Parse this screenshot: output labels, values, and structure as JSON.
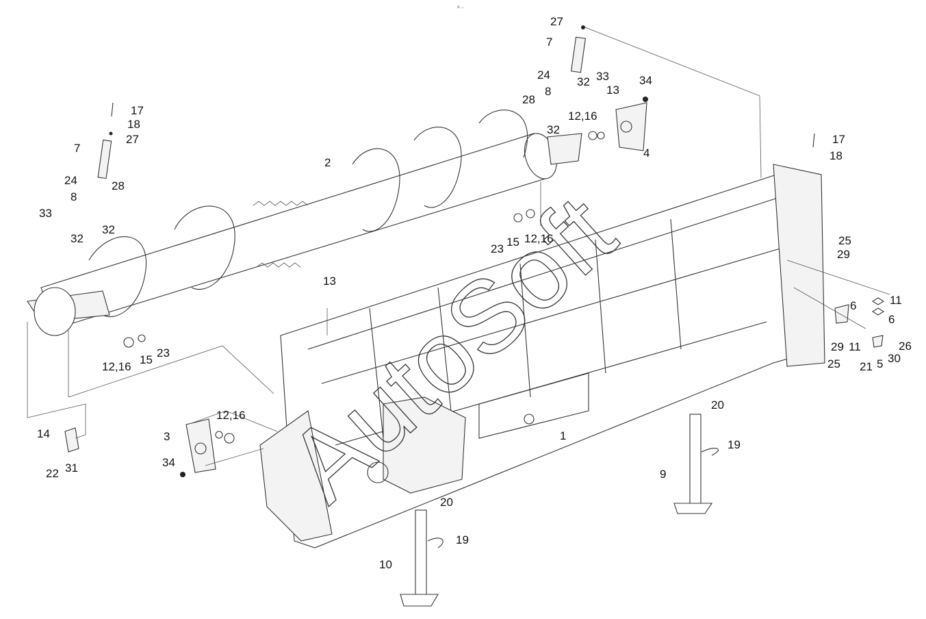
{
  "header_mark": "≡ ...",
  "watermark": "AutoSoft",
  "callouts": {
    "c1": "1",
    "c2": "2",
    "c3": "3",
    "c4": "4",
    "c5": "5",
    "c6a": "6",
    "c6b": "6",
    "c7a": "7",
    "c7b": "7",
    "c8a": "8",
    "c8b": "8",
    "c9": "9",
    "c10": "10",
    "c11a": "11",
    "c11b": "11",
    "c12_16a": "12,16",
    "c12_16b": "12,16",
    "c12_16c": "12,16",
    "c12_16d": "12,16",
    "c13a": "13",
    "c13b": "13",
    "c14": "14",
    "c15a": "15",
    "c15b": "15",
    "c17a": "17",
    "c17b": "17",
    "c18a": "18",
    "c18b": "18",
    "c19a": "19",
    "c19b": "19",
    "c20a": "20",
    "c20b": "20",
    "c21": "21",
    "c22": "22",
    "c23a": "23",
    "c23b": "23",
    "c24a": "24",
    "c24b": "24",
    "c25a": "25",
    "c25b": "25",
    "c26": "26",
    "c27a": "27",
    "c27b": "27",
    "c28a": "28",
    "c28b": "28",
    "c29a": "29",
    "c29b": "29",
    "c30": "30",
    "c31": "31",
    "c32a": "32",
    "c32b": "32",
    "c32c": "32",
    "c32d": "32",
    "c33a": "33",
    "c33b": "33",
    "c34a": "34",
    "c34b": "34"
  }
}
